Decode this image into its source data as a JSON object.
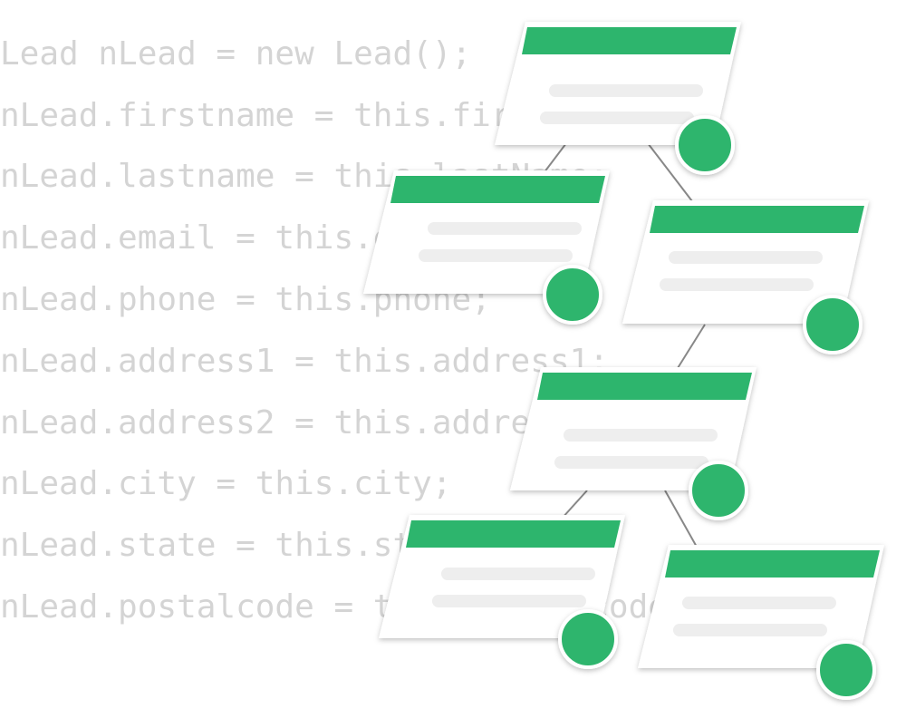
{
  "code_lines": [
    "Lead nLead = new Lead();",
    "nLead.firstname = this.firstname;",
    "nLead.lastname = this.lastName;",
    "nLead.email = this.email;",
    "nLead.phone = this.phone;",
    "nLead.address1 = this.address1;",
    "nLead.address2 = this.address2;",
    "nLead.city = this.city;",
    "nLead.state = this.state;",
    "nLead.postalcode = this.postalcode;"
  ],
  "colors": {
    "code_text": "#d4d4d4",
    "card_fill": "#ffffff",
    "card_header": "#2db56d",
    "card_bar": "#eeeeee",
    "status_dot": "#2db56d",
    "connector": "#888888"
  },
  "cards": [
    {
      "id": "card-1"
    },
    {
      "id": "card-2"
    },
    {
      "id": "card-3"
    },
    {
      "id": "card-4"
    },
    {
      "id": "card-5"
    },
    {
      "id": "card-6"
    }
  ]
}
